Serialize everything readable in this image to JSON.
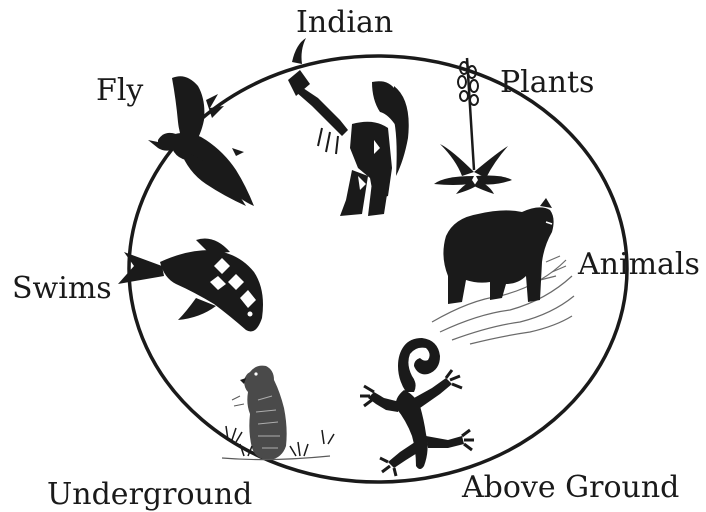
{
  "diagram": {
    "labels": {
      "indian": "Indian",
      "plants": "Plants",
      "animals": "Animals",
      "above_ground": "Above Ground",
      "underground": "Underground",
      "swims": "Swims",
      "fly": "Fly"
    },
    "figures": [
      {
        "icon": "indian-figure-icon"
      },
      {
        "icon": "plant-icon"
      },
      {
        "icon": "bear-icon"
      },
      {
        "icon": "lizard-icon"
      },
      {
        "icon": "prairie-dog-icon"
      },
      {
        "icon": "fish-icon"
      },
      {
        "icon": "bird-icon"
      }
    ],
    "colors": {
      "ink": "#1a1a1a",
      "background": "#ffffff"
    }
  }
}
